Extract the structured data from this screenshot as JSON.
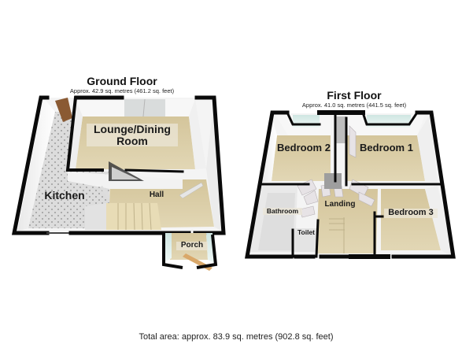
{
  "ground_floor": {
    "title": "Ground Floor",
    "area": "Approx. 42.9 sq. metres (461.2 sq. feet)",
    "rooms": [
      {
        "name": "Lounge/Dining",
        "name2": "Room"
      },
      {
        "name": "Kitchen"
      },
      {
        "name": "Hall"
      },
      {
        "name": "Porch"
      }
    ]
  },
  "first_floor": {
    "title": "First Floor",
    "area": "Approx. 41.0 sq. metres (441.5 sq. feet)",
    "rooms": [
      {
        "name": "Bedroom 2"
      },
      {
        "name": "Bedroom 1"
      },
      {
        "name": "Bathroom"
      },
      {
        "name": "Landing"
      },
      {
        "name": "Bedroom 3"
      },
      {
        "name": "Toilet"
      }
    ]
  },
  "total_area": "Total area: approx. 83.9 sq. metres (902.8 sq. feet)",
  "colors": {
    "wall": "#0a0a0a",
    "floor_beige": "#d8cba4",
    "floor_tile": "#d7d7d7",
    "wall_inner": "#f2f2f2"
  }
}
